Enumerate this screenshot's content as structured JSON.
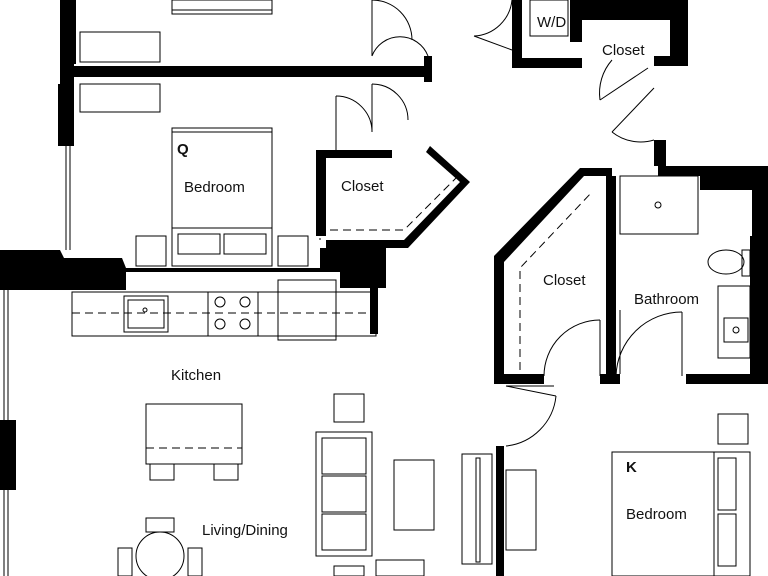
{
  "plan": {
    "rooms": {
      "laundry": "W/D",
      "closet_top": "Closet",
      "bedroom_q_code": "Q",
      "bedroom_q": "Bedroom",
      "closet_q": "Closet",
      "closet_center": "Closet",
      "bathroom": "Bathroom",
      "kitchen": "Kitchen",
      "living_dining": "Living/Dining",
      "bedroom_k_code": "K",
      "bedroom_k": "Bedroom"
    },
    "colors": {
      "wall": "#000000",
      "line": "#000000",
      "background": "#ffffff"
    }
  }
}
